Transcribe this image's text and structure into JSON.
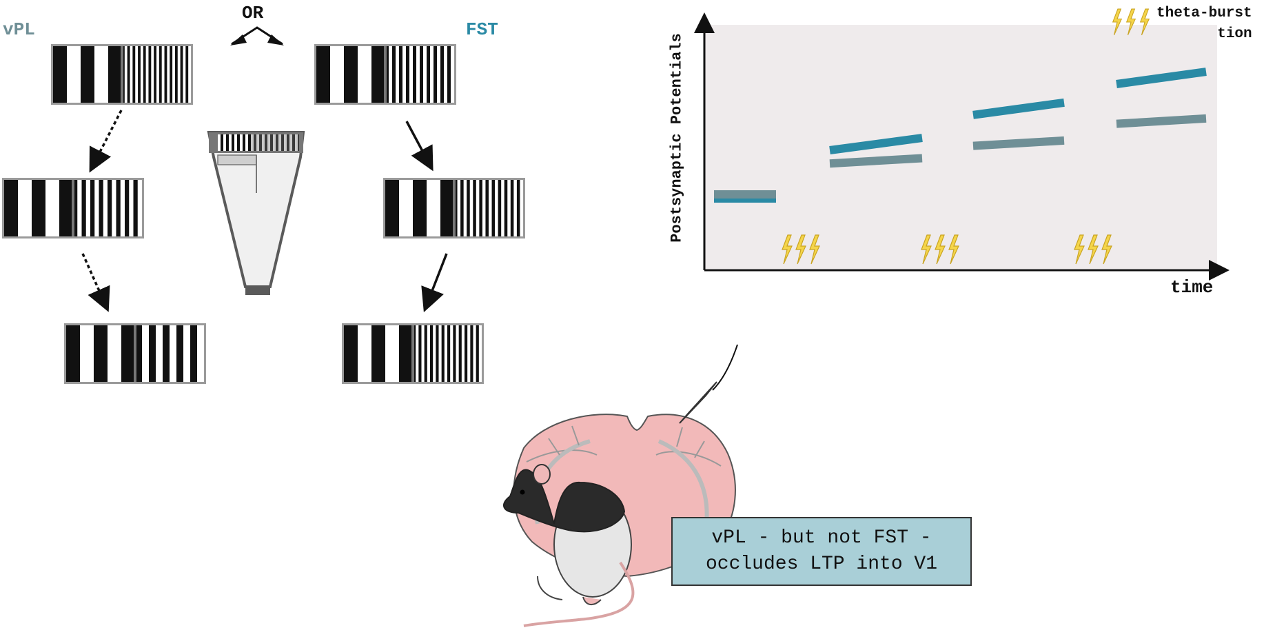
{
  "left_panel": {
    "or_label": "OR",
    "vpl_label": "vPL",
    "fst_label": "FST"
  },
  "plot": {
    "ylabel": "Postsynaptic Potentials",
    "xlabel": "time",
    "legend_line1": "theta-burst",
    "legend_line2": "stimulation"
  },
  "caption": {
    "line1": "vPL - but not FST -",
    "line2": "occludes LTP into V1"
  },
  "colors": {
    "vpl": "#6f8f96",
    "fst": "#2a8aa5",
    "plot_bg": "#efebec",
    "lightning": "#f5d54a",
    "brain": "#f2b9b9",
    "caption_bg": "#a9cfd7"
  },
  "chart_data": {
    "type": "line",
    "title": "",
    "xlabel": "time",
    "ylabel": "Postsynaptic Potentials",
    "series": [
      {
        "name": "",
        "color_key": "fst",
        "values": [
          0,
          1,
          1.8,
          2.5
        ]
      },
      {
        "name": "",
        "color_key": "vpl",
        "values": [
          0,
          0.7,
          1.1,
          1.6
        ]
      }
    ],
    "stimulations": 3,
    "legend": "top-right"
  }
}
